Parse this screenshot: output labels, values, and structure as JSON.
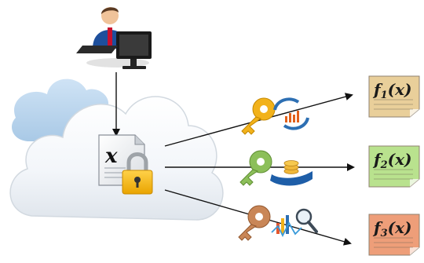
{
  "document": {
    "symbol": "x",
    "icon": "locked-document-icon"
  },
  "user": {
    "icon": "user-at-computer-icon"
  },
  "cloud": {
    "icon": "cloud-icon"
  },
  "functions": [
    {
      "name": "f",
      "sub": "1",
      "arg": "(x)",
      "color": "#e9cf9a",
      "key_color": "#f2b21b",
      "key_icon": "key-with-analytics-icon"
    },
    {
      "name": "f",
      "sub": "2",
      "arg": "(x)",
      "color": "#b9e28e",
      "key_color": "#8cbf5a",
      "key_icon": "key-with-hand-coins-icon"
    },
    {
      "name": "f",
      "sub": "3",
      "arg": "(x)",
      "color": "#ee9e79",
      "key_color": "#c98657",
      "key_icon": "key-with-chart-search-icon"
    }
  ]
}
